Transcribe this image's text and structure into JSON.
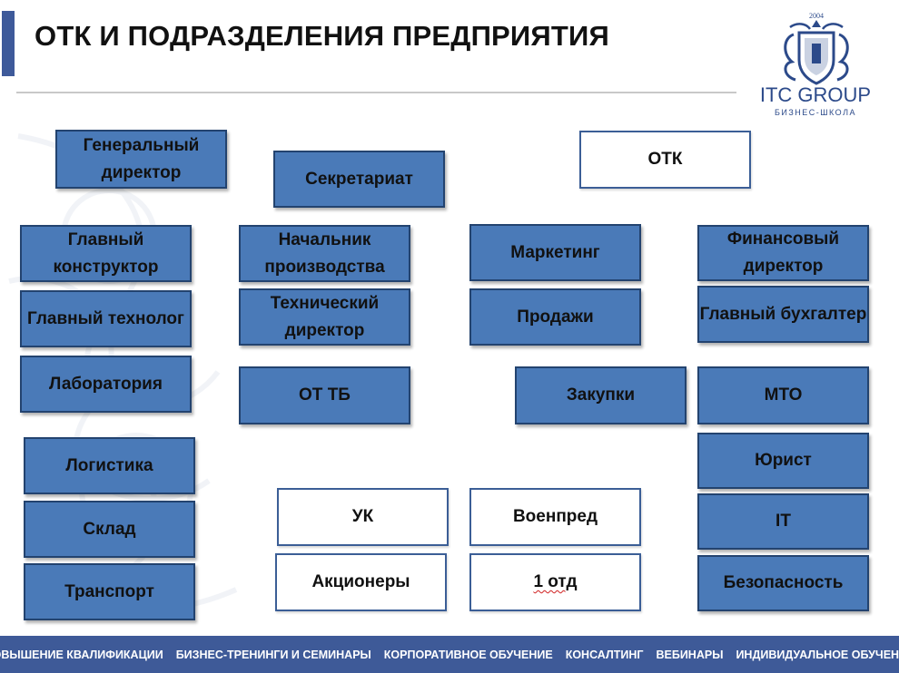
{
  "header": {
    "title": "ОТК И ПОДРАЗДЕЛЕНИЯ ПРЕДПРИЯТИЯ"
  },
  "logo": {
    "year": "2004",
    "name": "ITC GROUP",
    "subtitle": "БИЗНЕС-ШКОЛА",
    "icon": "crest-icon"
  },
  "colors": {
    "box_fill": "#4a7ab8",
    "box_border": "#23436f",
    "accent": "#3e5a9a",
    "footer_bg": "#3e5a98"
  },
  "org": {
    "general_director": "Генеральный директор",
    "secretariat": "Секретариат",
    "otk": "ОТК",
    "chief_designer": "Главный конструктор",
    "chief_technologist": "Главный технолог",
    "laboratory": "Лаборатория",
    "logistics": "Логистика",
    "warehouse": "Склад",
    "transport": "Транспорт",
    "production_head": "Начальник производства",
    "technical_director": "Технический директор",
    "ot_tb": "ОТ ТБ",
    "marketing": "Маркетинг",
    "sales": "Продажи",
    "procurement": "Закупки",
    "finance_director": "Финансовый директор",
    "chief_accountant": "Главный бухгалтер",
    "mto": "МТО",
    "lawyer": "Юрист",
    "it": "IT",
    "security": "Безопасность",
    "uk": "УК",
    "military_rep": "Военпред",
    "shareholders": "Акционеры",
    "first_dept": "1 отд"
  },
  "footer": {
    "items": [
      "ПОВЫШЕНИЕ КВАЛИФИКАЦИИ",
      "БИЗНЕС-ТРЕНИНГИ И СЕМИНАРЫ",
      "КОРПОРАТИВНОЕ ОБУЧЕНИЕ",
      "КОНСАЛТИНГ",
      "ВЕБИНАРЫ",
      "ИНДИВИДУАЛЬНОЕ ОБУЧЕНИЕ"
    ]
  }
}
